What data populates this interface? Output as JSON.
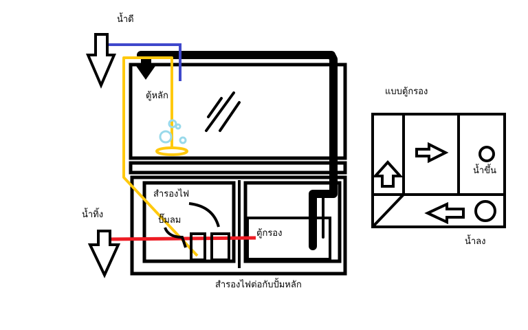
{
  "labels": {
    "good_water": "น้ำดี",
    "main_tank": "ตู้หลัก",
    "waste_water": "น้ำทิ้ง",
    "power_backup": "สำรองไฟ",
    "air_pump": "ปั๊มลม",
    "filter_tank": "ตู้กรอง",
    "backup_note": "สำรองไฟต่อกับปั้มหลัก",
    "filter_style_title": "แบบตู้กรอง",
    "water_up": "น้ำขึ้น",
    "water_down": "น้ำลง"
  },
  "colors": {
    "good_water_line": "#3f48cc",
    "air_line": "#ffc90e",
    "waste_line": "#ed1c24",
    "bubbles": "#99d9ea",
    "outline": "#000000"
  }
}
